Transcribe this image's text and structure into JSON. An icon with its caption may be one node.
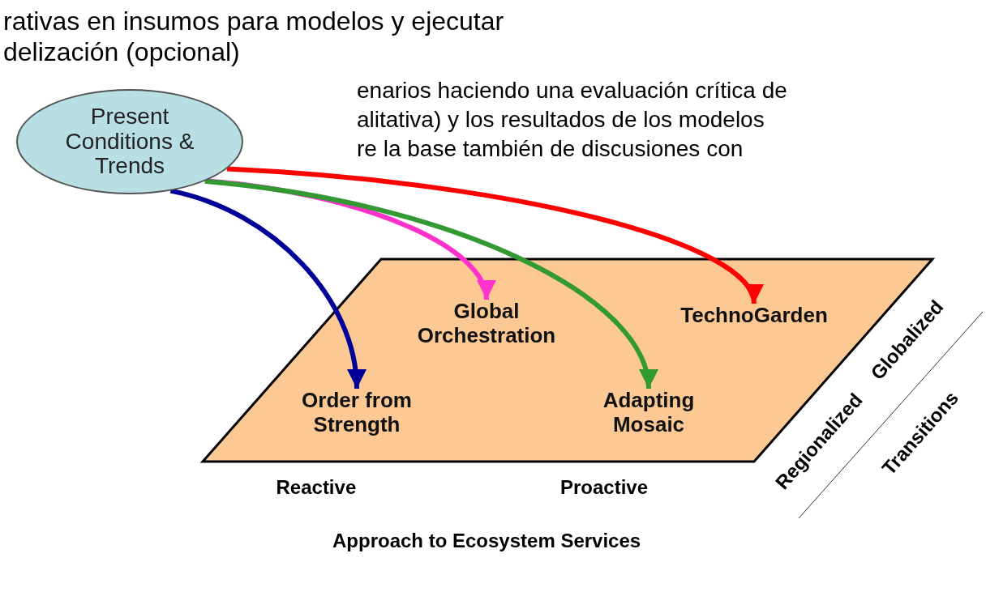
{
  "diagram": {
    "nodes": [
      {
        "text": [
          "Present Conditions & Trends"
        ]
      },
      {
        "text": [
          "Global Orchestration"
        ]
      },
      {
        "text": [
          "TechnoGarden"
        ]
      },
      {
        "text": [
          "Order from Strength"
        ]
      },
      {
        "text": [
          "Adapting Mosaic"
        ]
      }
    ],
    "edges": [
      {
        "from": 0,
        "to": 3,
        "arrow": "to",
        "color": "#000099"
      },
      {
        "from": 0,
        "to": 1,
        "arrow": "to",
        "color": "#ff33cc"
      },
      {
        "from": 0,
        "to": 4,
        "arrow": "to",
        "color": "#339933"
      },
      {
        "from": 0,
        "to": 2,
        "arrow": "to",
        "color": "#ff0000"
      }
    ],
    "labels": [
      "rativas en insumos para modelos y ejecutar",
      "delización (opcional)",
      "enarios haciendo una evaluación crítica de",
      "alitativa) y los resultados de los modelos",
      "re la base también de discusiones con",
      "Globalized",
      "Regionalized",
      "Transitions",
      "Reactive",
      "Proactive",
      "Approach to Ecosystem Services"
    ]
  }
}
